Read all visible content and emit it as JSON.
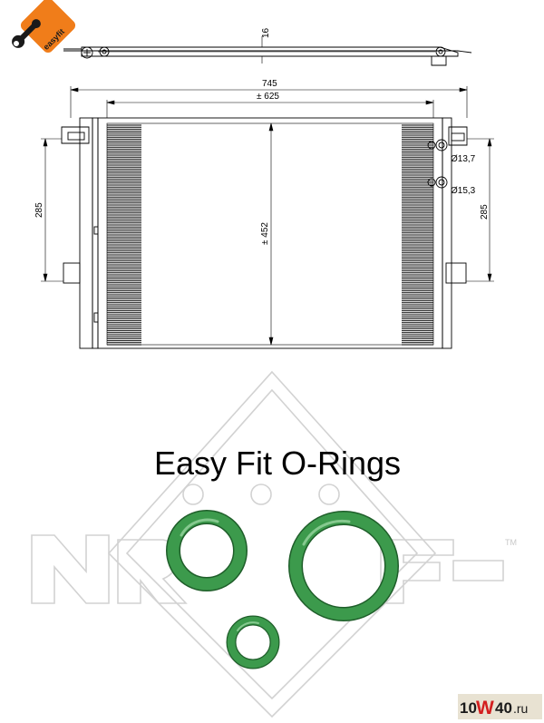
{
  "logo": {
    "badge_text": "easyfit",
    "badge_color": "#f07d1a"
  },
  "drawing": {
    "dim_top": "16",
    "dim_overall_width": "745",
    "dim_core_width": "± 625",
    "dim_core_height": "± 452",
    "dim_left_height": "285",
    "dim_right_height": "285",
    "port_upper": "Ø13,7",
    "port_lower": "Ø15,3"
  },
  "caption": {
    "title": "Easy Fit O-Rings"
  },
  "watermark": {
    "trademark": "TM",
    "site_prefix": "10",
    "site_mid": "W",
    "site_suffix": "40",
    "site_tld": ".ru"
  },
  "colors": {
    "ring_fill": "#3c9a4c",
    "ring_edge": "#1f5e2a",
    "ring_sheen": "#86c98f",
    "watermark_text": "#d8d8d8",
    "site_bg": "#e8e2d2",
    "site_w": "#d31f1f"
  }
}
